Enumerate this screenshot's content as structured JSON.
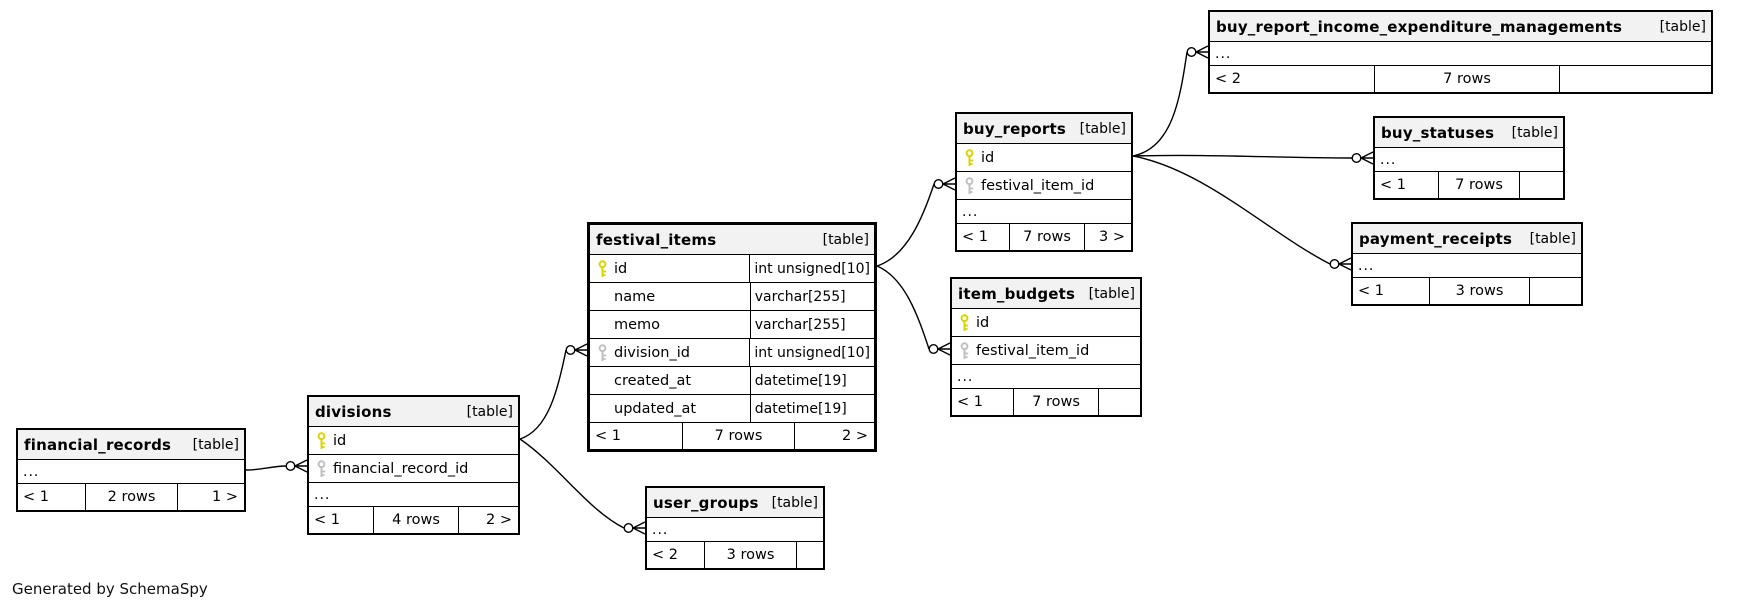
{
  "credit": "Generated by SchemaSpy",
  "colors": {
    "header_bg": "#f2f2f2",
    "border": "#000000",
    "pk_key": "#d9d400",
    "fk_key": "#c0c0c0",
    "edge": "#000000"
  },
  "tables": [
    {
      "name": "financial_records",
      "badge": "[table]",
      "columns": [],
      "dots": "...",
      "footer": {
        "prev": "< 1",
        "rows": "2 rows",
        "next": "1 >"
      }
    },
    {
      "name": "divisions",
      "badge": "[table]",
      "columns": [
        {
          "name": "id",
          "key": "pk"
        },
        {
          "name": "financial_record_id",
          "key": "fk"
        }
      ],
      "dots": "...",
      "footer": {
        "prev": "< 1",
        "rows": "4 rows",
        "next": "2 >"
      }
    },
    {
      "name": "festival_items",
      "badge": "[table]",
      "emphasized": true,
      "columns": [
        {
          "name": "id",
          "key": "pk",
          "type": "int unsigned[10]"
        },
        {
          "name": "name",
          "type": "varchar[255]"
        },
        {
          "name": "memo",
          "type": "varchar[255]"
        },
        {
          "name": "division_id",
          "key": "fk",
          "type": "int unsigned[10]"
        },
        {
          "name": "created_at",
          "type": "datetime[19]"
        },
        {
          "name": "updated_at",
          "type": "datetime[19]"
        }
      ],
      "footer": {
        "prev": "< 1",
        "rows": "7 rows",
        "next": "2 >"
      }
    },
    {
      "name": "user_groups",
      "badge": "[table]",
      "columns": [],
      "dots": "...",
      "footer": {
        "prev": "< 2",
        "rows": "3 rows",
        "next": ""
      }
    },
    {
      "name": "buy_reports",
      "badge": "[table]",
      "columns": [
        {
          "name": "id",
          "key": "pk"
        },
        {
          "name": "festival_item_id",
          "key": "fk"
        }
      ],
      "dots": "...",
      "footer": {
        "prev": "< 1",
        "rows": "7 rows",
        "next": "3 >"
      }
    },
    {
      "name": "item_budgets",
      "badge": "[table]",
      "columns": [
        {
          "name": "id",
          "key": "pk"
        },
        {
          "name": "festival_item_id",
          "key": "fk"
        }
      ],
      "dots": "...",
      "footer": {
        "prev": "< 1",
        "rows": "7 rows",
        "next": ""
      }
    },
    {
      "name": "buy_report_income_expenditure_managements",
      "badge": "[table]",
      "columns": [],
      "dots": "...",
      "footer": {
        "prev": "< 2",
        "rows": "7 rows",
        "next": ""
      }
    },
    {
      "name": "buy_statuses",
      "badge": "[table]",
      "columns": [],
      "dots": "...",
      "footer": {
        "prev": "< 1",
        "rows": "7 rows",
        "next": ""
      }
    },
    {
      "name": "payment_receipts",
      "badge": "[table]",
      "columns": [],
      "dots": "...",
      "footer": {
        "prev": "< 1",
        "rows": "3 rows",
        "next": ""
      }
    }
  ],
  "relationships": [
    {
      "parent": "financial_records",
      "child": "divisions"
    },
    {
      "parent": "divisions",
      "child": "festival_items"
    },
    {
      "parent": "divisions",
      "child": "user_groups"
    },
    {
      "parent": "festival_items",
      "child": "buy_reports"
    },
    {
      "parent": "festival_items",
      "child": "item_budgets"
    },
    {
      "parent": "buy_reports",
      "child": "buy_report_income_expenditure_managements"
    },
    {
      "parent": "buy_reports",
      "child": "buy_statuses"
    },
    {
      "parent": "buy_reports",
      "child": "payment_receipts"
    }
  ]
}
